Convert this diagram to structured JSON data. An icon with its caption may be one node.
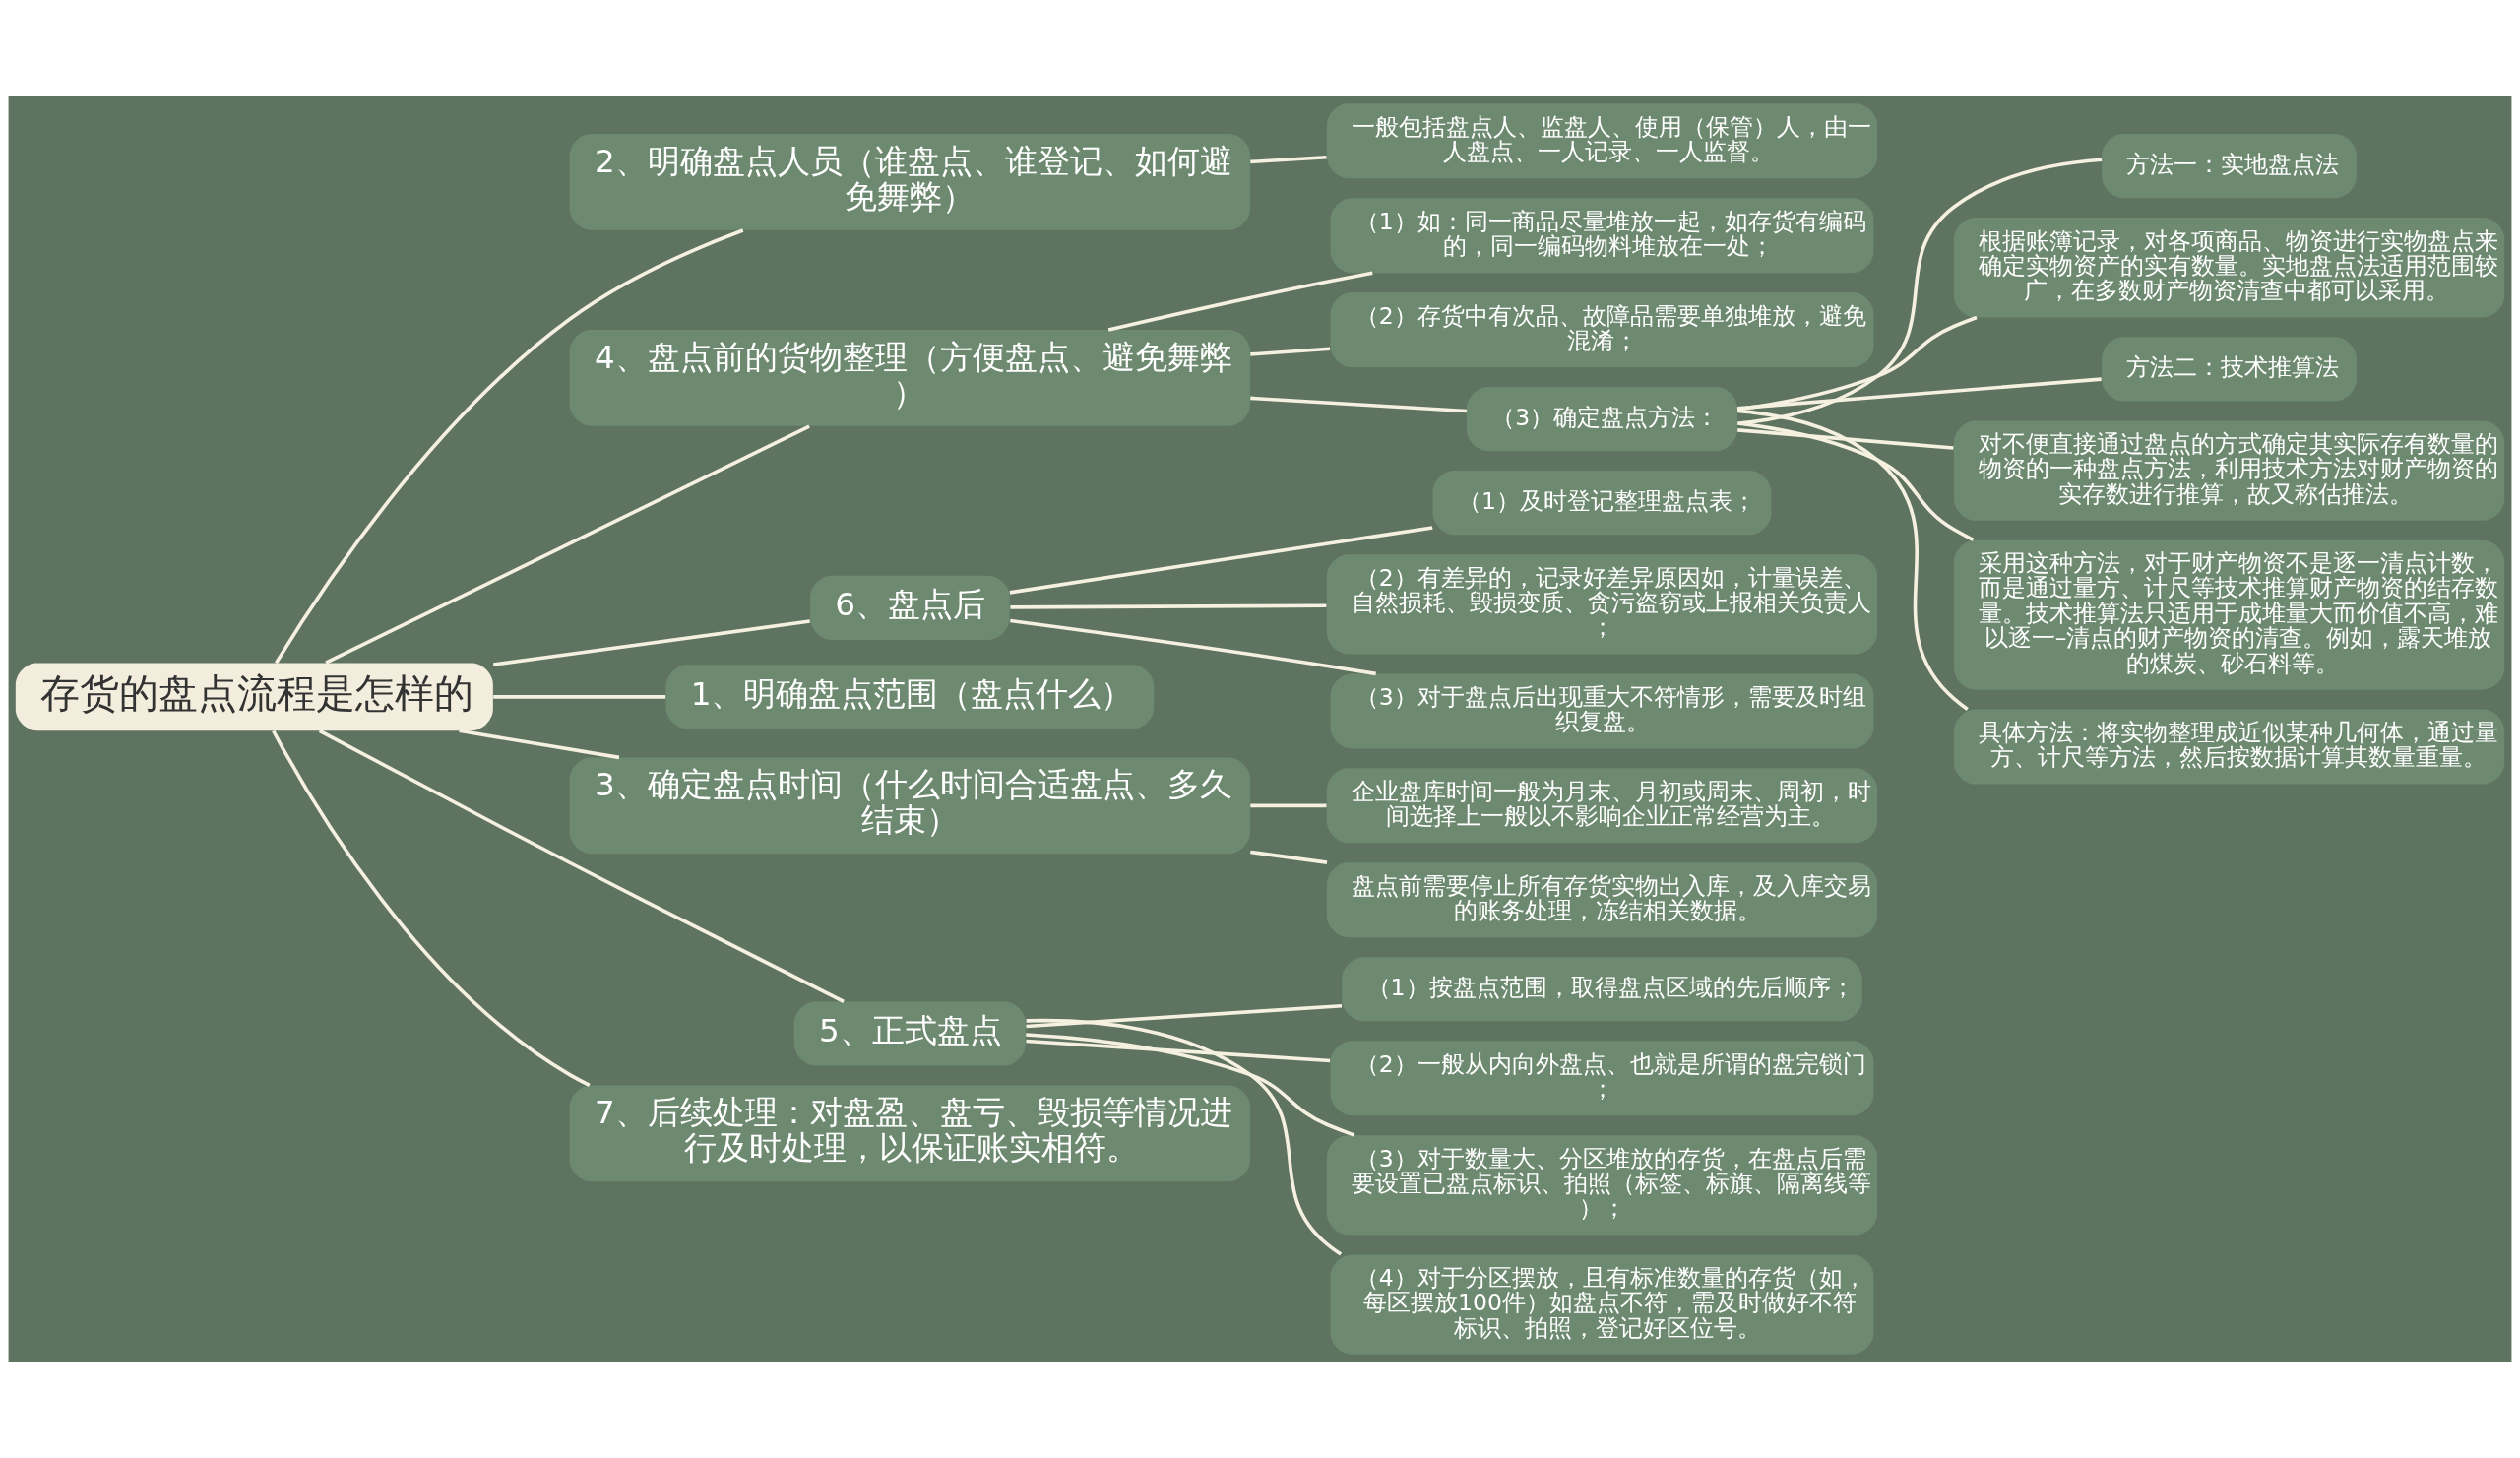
{
  "diagram": {
    "nodes": [
      {
        "text": [
          "存货的盘点流程是怎样的"
        ]
      },
      {
        "text": [
          "2、明确盘点人员（谁盘点、谁登记、如何避免舞弊）"
        ]
      },
      {
        "text": [
          "一般包括盘点人、监盘人、使用（保管）人，由一人盘点、一人记录、一人监督。"
        ]
      },
      {
        "text": [
          "4、盘点前的货物整理（方便盘点、避免舞弊）"
        ]
      },
      {
        "text": [
          "（1）如：同一商品尽量堆放一起，如存货有编码的，同一编码物料堆放在一处；"
        ]
      },
      {
        "text": [
          "（2）存货中有次品、故障品需要单独堆放，避免混淆；"
        ]
      },
      {
        "text": [
          "（3）确定盘点方法："
        ]
      },
      {
        "text": [
          "方法一：实地盘点法"
        ]
      },
      {
        "text": [
          "根据账簿记录，对各项商品、物资进行实物盘点来确定实物资产的实有数量。实地盘点法适用范围较广，在多数财产物资清查中都可以采用。"
        ]
      },
      {
        "text": [
          "方法二：技术推算法"
        ]
      },
      {
        "text": [
          "对不便直接通过盘点的方式确定其实际存有数量的物资的一种盘点方法，利用技术方法对财产物资的实存数进行推算，故又称估推法。"
        ]
      },
      {
        "text": [
          "采用这种方法，对于财产物资不是逐一清点计数，而是通过量方、计尺等技术推算财产物资的结存数量。技术推算法只适用于成堆量大而价值不高，难以逐一–清点的财产物资的清查。例如，露天堆放的煤炭、砂石料等。"
        ]
      },
      {
        "text": [
          "具体方法：将实物整理成近似某种几何体，通过量方、计尺等方法，然后按数据计算其数量重量。"
        ]
      },
      {
        "text": [
          "6、盘点后"
        ]
      },
      {
        "text": [
          "（1）及时登记整理盘点表；"
        ]
      },
      {
        "text": [
          "（2）有差异的，记录好差异原因如，计量误差、自然损耗、毁损变质、贪污盗窃或上报相关负责人；"
        ]
      },
      {
        "text": [
          "（3）对于盘点后出现重大不符情形，需要及时组织复盘。"
        ]
      },
      {
        "text": [
          "1、明确盘点范围（盘点什么）"
        ]
      },
      {
        "text": [
          "3、确定盘点时间（什么时间合适盘点、多久结束）"
        ]
      },
      {
        "text": [
          "企业盘库时间一般为月末、月初或周末、周初，时间选择上一般以不影响企业正常经营为主。"
        ]
      },
      {
        "text": [
          "盘点前需要停止所有存货实物出入库，及入库交易的账务处理，冻结相关数据。"
        ]
      },
      {
        "text": [
          "5、正式盘点"
        ]
      },
      {
        "text": [
          "（1）按盘点范围，取得盘点区域的先后顺序；"
        ]
      },
      {
        "text": [
          "（2）一般从内向外盘点、也就是所谓的盘完锁门；"
        ]
      },
      {
        "text": [
          "（3）对于数量大、分区堆放的存货，在盘点后需要设置已盘点标识、拍照（标签、标旗、隔离线等）；"
        ]
      },
      {
        "text": [
          "（4）对于分区摆放，且有标准数量的存货（如，每区摆放100件）如盘点不符，需及时做好不符标识、拍照，登记好区位号。"
        ]
      },
      {
        "text": [
          "7、后续处理：对盘盈、盘亏、毁损等情况进行及时处理，以保证账实相符。"
        ]
      }
    ],
    "edges": [
      {
        "from": 0,
        "to": 1,
        "arrow": "none"
      },
      {
        "from": 1,
        "to": 2,
        "arrow": "none"
      },
      {
        "from": 0,
        "to": 3,
        "arrow": "none"
      },
      {
        "from": 3,
        "to": 4,
        "arrow": "none"
      },
      {
        "from": 3,
        "to": 5,
        "arrow": "none"
      },
      {
        "from": 3,
        "to": 6,
        "arrow": "none"
      },
      {
        "from": 6,
        "to": 7,
        "arrow": "none"
      },
      {
        "from": 6,
        "to": 8,
        "arrow": "none"
      },
      {
        "from": 6,
        "to": 9,
        "arrow": "none"
      },
      {
        "from": 6,
        "to": 10,
        "arrow": "none"
      },
      {
        "from": 6,
        "to": 11,
        "arrow": "none"
      },
      {
        "from": 6,
        "to": 12,
        "arrow": "none"
      },
      {
        "from": 0,
        "to": 13,
        "arrow": "none"
      },
      {
        "from": 13,
        "to": 14,
        "arrow": "none"
      },
      {
        "from": 13,
        "to": 15,
        "arrow": "none"
      },
      {
        "from": 13,
        "to": 16,
        "arrow": "none"
      },
      {
        "from": 0,
        "to": 17,
        "arrow": "none"
      },
      {
        "from": 0,
        "to": 18,
        "arrow": "none"
      },
      {
        "from": 18,
        "to": 19,
        "arrow": "none"
      },
      {
        "from": 18,
        "to": 20,
        "arrow": "none"
      },
      {
        "from": 0,
        "to": 21,
        "arrow": "none"
      },
      {
        "from": 21,
        "to": 22,
        "arrow": "none"
      },
      {
        "from": 21,
        "to": 23,
        "arrow": "none"
      },
      {
        "from": 21,
        "to": 24,
        "arrow": "none"
      },
      {
        "from": 21,
        "to": 25,
        "arrow": "none"
      },
      {
        "from": 0,
        "to": 26,
        "arrow": "none"
      }
    ]
  }
}
